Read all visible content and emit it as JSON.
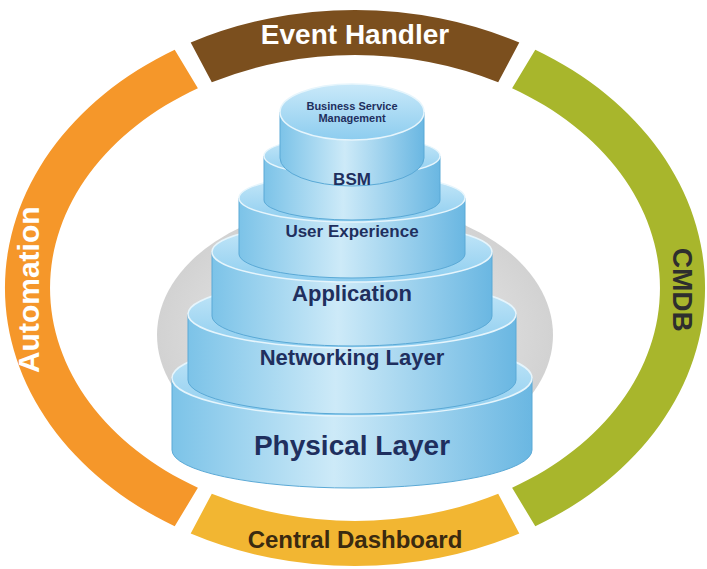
{
  "diagram": {
    "nodes": [
      {
        "text": [
          "Event Handler"
        ]
      },
      {
        "text": [
          "Automation"
        ]
      },
      {
        "text": [
          "CMDB"
        ]
      },
      {
        "text": [
          "Business Service Management"
        ]
      },
      {
        "text": [
          "BSM"
        ]
      },
      {
        "text": [
          "User Experience"
        ]
      },
      {
        "text": [
          "Application"
        ]
      },
      {
        "text": [
          "Networking Layer"
        ]
      },
      {
        "text": [
          "Physical Layer"
        ]
      },
      {
        "text": [
          "Central Dashboard"
        ]
      }
    ]
  }
}
